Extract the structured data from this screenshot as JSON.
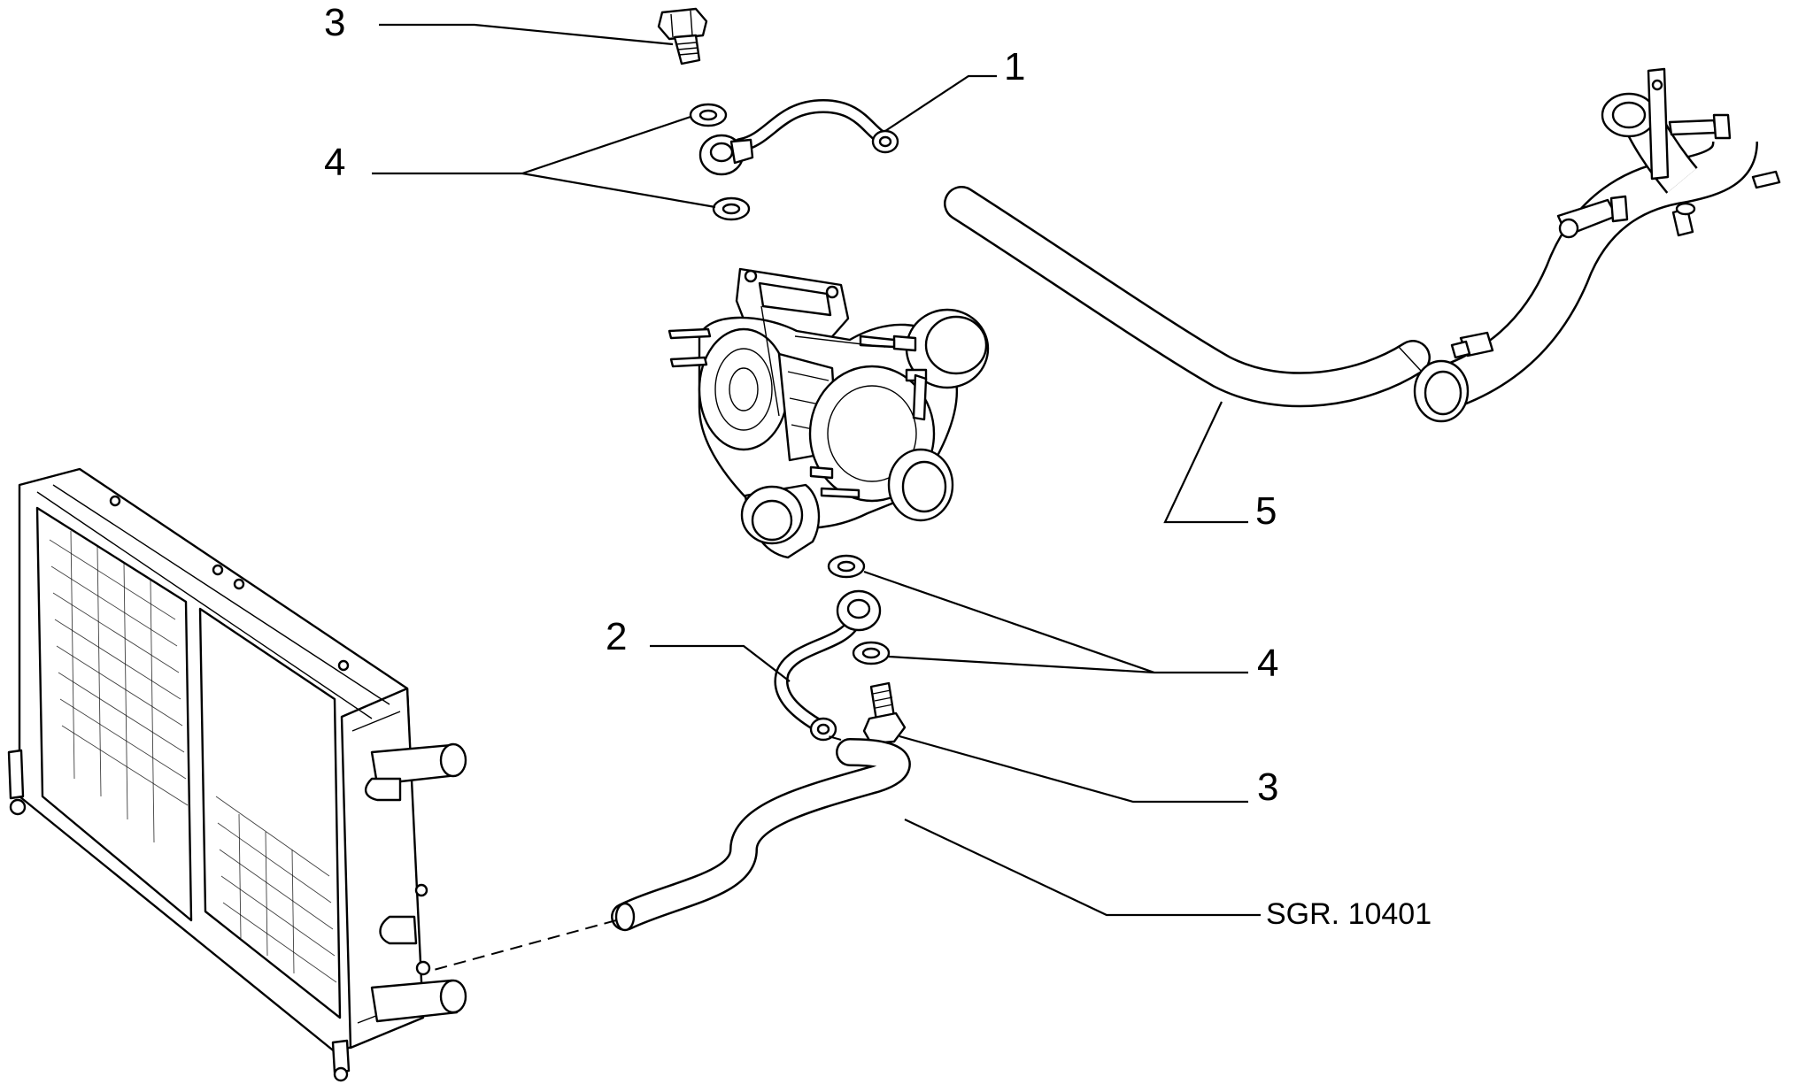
{
  "callouts": [
    {
      "id": "c3-top",
      "text": "3"
    },
    {
      "id": "c1",
      "text": "1"
    },
    {
      "id": "c4-top",
      "text": "4"
    },
    {
      "id": "c5",
      "text": "5"
    },
    {
      "id": "c2",
      "text": "2"
    },
    {
      "id": "c4-bottom",
      "text": "4"
    },
    {
      "id": "c3-bottom",
      "text": "3"
    }
  ],
  "reference": {
    "text": "SGR. 10401"
  },
  "icons": [
    "banjo-bolt-icon",
    "sealing-washer-icon",
    "oil-pipe-icon",
    "turbocharger-icon",
    "coolant-hose-icon",
    "radiator-icon"
  ]
}
